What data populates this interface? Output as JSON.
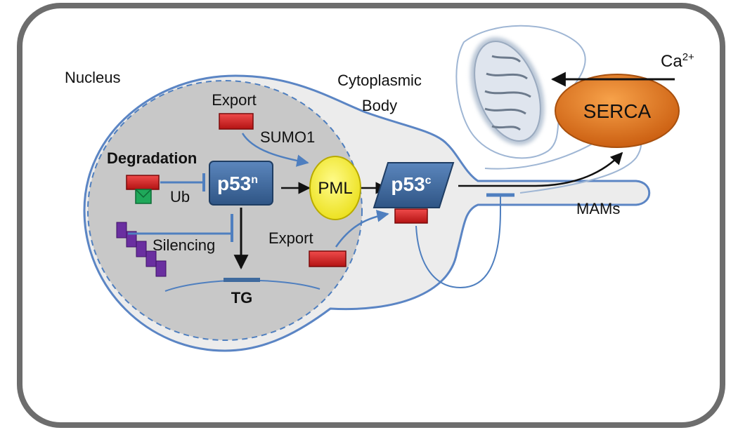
{
  "labels": {
    "nucleus": "Nucleus",
    "cytoplasmic_line1": "Cytoplasmic",
    "cytoplasmic_line2": "Body",
    "export_top": "Export",
    "sumo1": "SUMO1",
    "degradation": "Degradation",
    "ub": "Ub",
    "p53n_base": "p53",
    "p53n_sup": "n",
    "pml": "PML",
    "p53c_base": "p53",
    "p53c_sup": "c",
    "export_bottom": "Export",
    "silencing": "Silencing",
    "tg": "TG",
    "serca": "SERCA",
    "mams": "MAMs",
    "ca_base": "Ca",
    "ca_sup": "2+"
  },
  "colors": {
    "cell_border": "#6d6d6d",
    "nucleus_fill": "#c8c8c8",
    "cytoplasmic_fill": "#ececec",
    "p53_box": "#3f6a9e",
    "export_tag": "#d41f1f",
    "pml": "#f2ea1f",
    "serca": "#e3741c",
    "ub_tag": "#1fa85a",
    "histone": "#6a2fa0",
    "inhibit_line": "#4f7fbf",
    "mito": "#b9c6d6"
  }
}
